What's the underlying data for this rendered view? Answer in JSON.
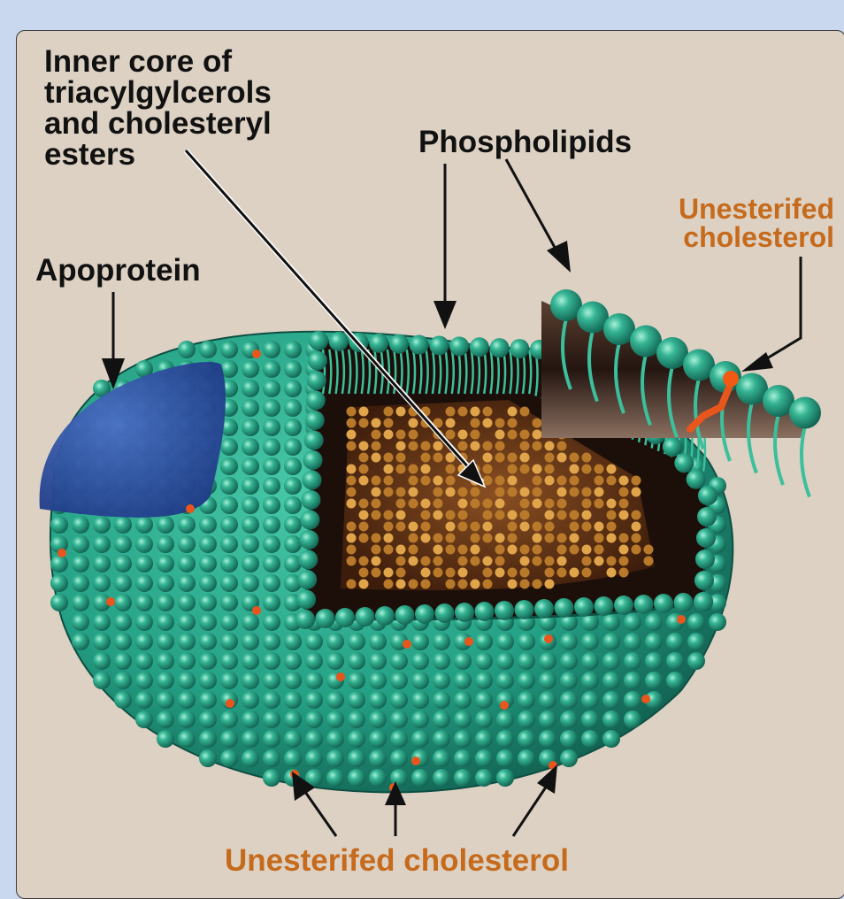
{
  "labels": {
    "inner_core": "Inner core of\ntriacylgylcerols\nand cholesteryl\nesters",
    "phospholipids": "Phospholipids",
    "apoprotein": "Apoprotein",
    "unesterified_top": "Unesterifed\ncholesterol",
    "unesterified_bottom": "Unesterifed cholesterol"
  },
  "colors": {
    "background": "#dcd1c3",
    "shell": "#2aa58a",
    "shell_dark": "#166b5a",
    "apoprotein": "#2e4fa6",
    "core": "#6a3a1b",
    "core_beads": "#c9862e",
    "cholesterol": "#e8551d",
    "label_dark": "#111111",
    "label_orange": "#c66a1c"
  }
}
